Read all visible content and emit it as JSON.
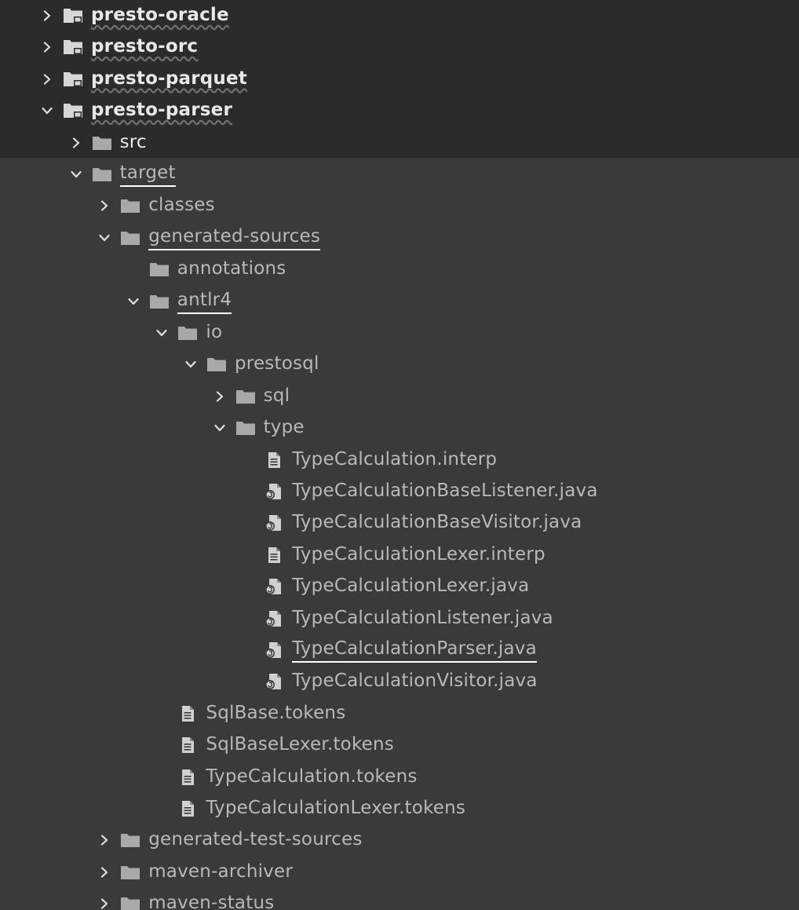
{
  "project_tree": {
    "items": [
      {
        "label": "presto-oracle",
        "depth": 0,
        "kind": "module",
        "expanded": false
      },
      {
        "label": "presto-orc",
        "depth": 0,
        "kind": "module",
        "expanded": false
      },
      {
        "label": "presto-parquet",
        "depth": 0,
        "kind": "module",
        "expanded": false
      },
      {
        "label": "presto-parser",
        "depth": 0,
        "kind": "module",
        "expanded": true
      },
      {
        "label": "src",
        "depth": 1,
        "kind": "folder",
        "expanded": false
      },
      {
        "label": "target",
        "depth": 1,
        "kind": "folder",
        "expanded": true,
        "underlined": true
      },
      {
        "label": "classes",
        "depth": 2,
        "kind": "folder",
        "expanded": false
      },
      {
        "label": "generated-sources",
        "depth": 2,
        "kind": "folder",
        "expanded": true,
        "underlined": true
      },
      {
        "label": "annotations",
        "depth": 3,
        "kind": "folder"
      },
      {
        "label": "antlr4",
        "depth": 3,
        "kind": "folder",
        "expanded": true,
        "underlined": true
      },
      {
        "label": "io",
        "depth": 4,
        "kind": "folder",
        "expanded": true
      },
      {
        "label": "prestosql",
        "depth": 5,
        "kind": "folder",
        "expanded": true
      },
      {
        "label": "sql",
        "depth": 6,
        "kind": "folder",
        "expanded": false
      },
      {
        "label": "type",
        "depth": 6,
        "kind": "folder",
        "expanded": true
      },
      {
        "label": "TypeCalculation.interp",
        "depth": 7,
        "kind": "text-file"
      },
      {
        "label": "TypeCalculationBaseListener.java",
        "depth": 7,
        "kind": "java-file"
      },
      {
        "label": "TypeCalculationBaseVisitor.java",
        "depth": 7,
        "kind": "java-file"
      },
      {
        "label": "TypeCalculationLexer.interp",
        "depth": 7,
        "kind": "text-file"
      },
      {
        "label": "TypeCalculationLexer.java",
        "depth": 7,
        "kind": "java-file"
      },
      {
        "label": "TypeCalculationListener.java",
        "depth": 7,
        "kind": "java-file"
      },
      {
        "label": "TypeCalculationParser.java",
        "depth": 7,
        "kind": "java-file",
        "underlined": true
      },
      {
        "label": "TypeCalculationVisitor.java",
        "depth": 7,
        "kind": "java-file"
      },
      {
        "label": "SqlBase.tokens",
        "depth": 4,
        "kind": "text-file"
      },
      {
        "label": "SqlBaseLexer.tokens",
        "depth": 4,
        "kind": "text-file"
      },
      {
        "label": "TypeCalculation.tokens",
        "depth": 4,
        "kind": "text-file"
      },
      {
        "label": "TypeCalculationLexer.tokens",
        "depth": 4,
        "kind": "text-file"
      },
      {
        "label": "generated-test-sources",
        "depth": 2,
        "kind": "folder",
        "expanded": false
      },
      {
        "label": "maven-archiver",
        "depth": 2,
        "kind": "folder",
        "expanded": false
      },
      {
        "label": "maven-status",
        "depth": 2,
        "kind": "folder",
        "expanded": false
      }
    ]
  },
  "colors": {
    "background": "#3a3a3a",
    "header_band": "#2b2b2b",
    "text": "#b9b9b9",
    "module_text": "#ffffff",
    "underline": "#ffffff"
  }
}
